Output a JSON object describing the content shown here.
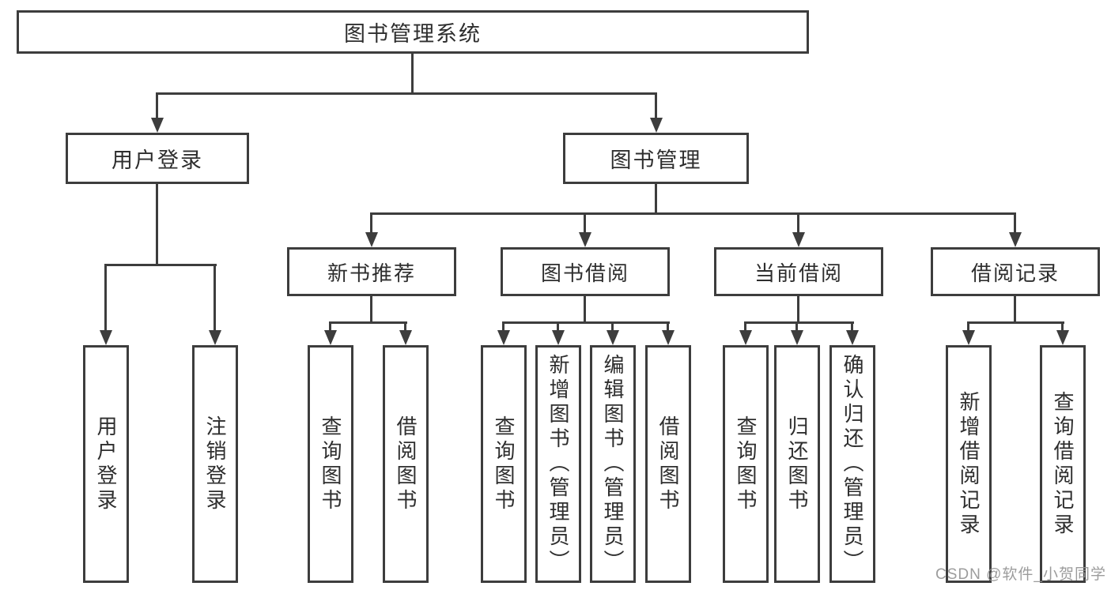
{
  "diagram": {
    "root": {
      "label": "图书管理系统"
    },
    "branches": [
      {
        "label": "用户登录",
        "children": [
          {
            "label": "用户登录"
          },
          {
            "label": "注销登录"
          }
        ]
      },
      {
        "label": "图书管理",
        "children": [
          {
            "label": "新书推荐",
            "children": [
              {
                "label": "查询图书"
              },
              {
                "label": "借阅图书"
              }
            ]
          },
          {
            "label": "图书借阅",
            "children": [
              {
                "label": "查询图书"
              },
              {
                "label": "新增图书（管理员）"
              },
              {
                "label": "编辑图书（管理员）"
              },
              {
                "label": "借阅图书"
              }
            ]
          },
          {
            "label": "当前借阅",
            "children": [
              {
                "label": "查询图书"
              },
              {
                "label": "归还图书"
              },
              {
                "label": "确认归还（管理员）"
              }
            ]
          },
          {
            "label": "借阅记录",
            "children": [
              {
                "label": "新增借阅记录"
              },
              {
                "label": "查询借阅记录"
              }
            ]
          }
        ]
      }
    ]
  },
  "watermark": {
    "text": "CSDN @软件_小贺同学"
  },
  "colors": {
    "line": "#3d3d3d",
    "background": "#ffffff",
    "watermark": "#949494"
  }
}
